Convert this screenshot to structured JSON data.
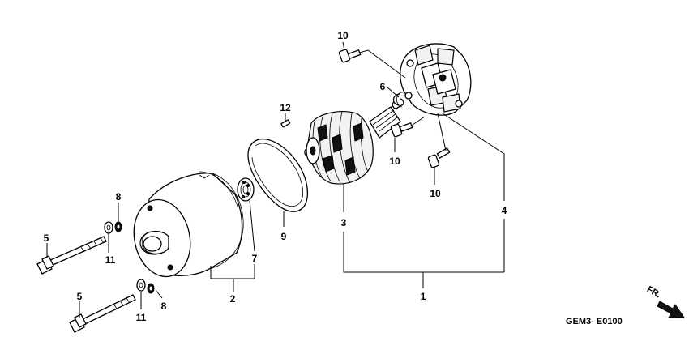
{
  "diagram": {
    "code": "GEM3- E0100",
    "front_arrow_label": "FR.",
    "callouts": [
      {
        "id": "c1",
        "text": "1"
      },
      {
        "id": "c2",
        "text": "2"
      },
      {
        "id": "c3",
        "text": "3"
      },
      {
        "id": "c4",
        "text": "4"
      },
      {
        "id": "c5a",
        "text": "5"
      },
      {
        "id": "c5b",
        "text": "5"
      },
      {
        "id": "c6",
        "text": "6"
      },
      {
        "id": "c7",
        "text": "7"
      },
      {
        "id": "c8a",
        "text": "8"
      },
      {
        "id": "c8b",
        "text": "8"
      },
      {
        "id": "c9",
        "text": "9"
      },
      {
        "id": "c10a",
        "text": "10"
      },
      {
        "id": "c10b",
        "text": "10"
      },
      {
        "id": "c10c",
        "text": "10"
      },
      {
        "id": "c11a",
        "text": "11"
      },
      {
        "id": "c11b",
        "text": "11"
      },
      {
        "id": "c12",
        "text": "12"
      }
    ]
  }
}
